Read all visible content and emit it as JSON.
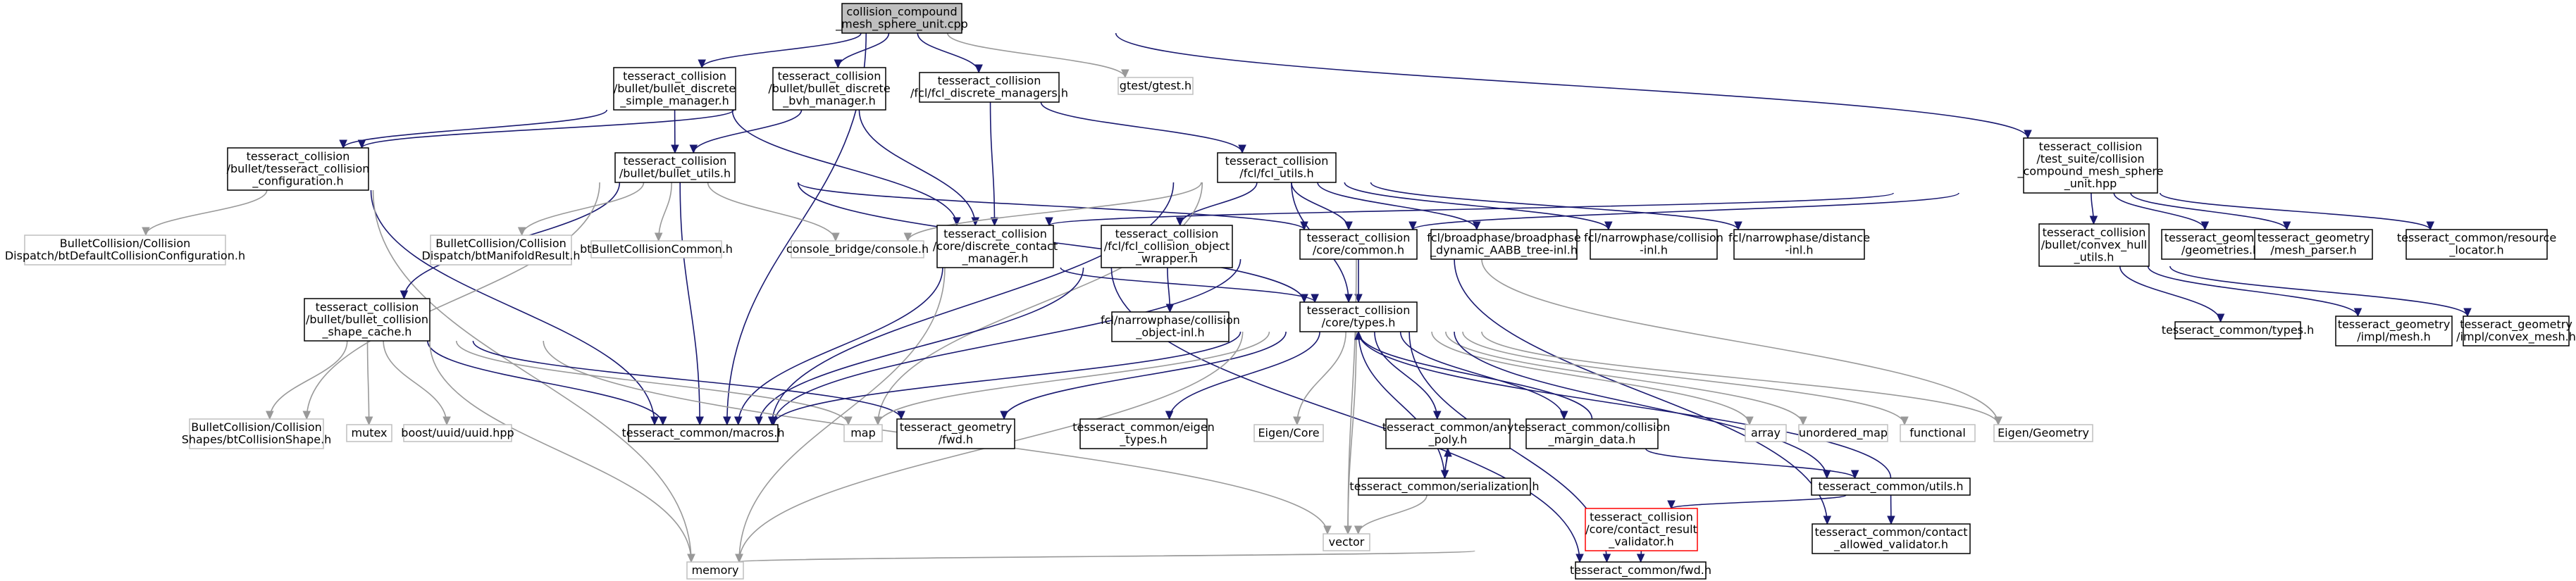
{
  "nodes": [
    {
      "id": "root",
      "lines": [
        "collision_compound",
        "_mesh_sphere_unit.cpp"
      ],
      "kind": "root"
    },
    {
      "id": "bsm",
      "lines": [
        "tesseract_collision",
        "/bullet/bullet_discrete",
        "_simple_manager.h"
      ],
      "kind": "doc"
    },
    {
      "id": "bbvh",
      "lines": [
        "tesseract_collision",
        "/bullet/bullet_discrete",
        "_bvh_manager.h"
      ],
      "kind": "doc"
    },
    {
      "id": "fdm",
      "lines": [
        "tesseract_collision",
        "/fcl/fcl_discrete_managers.h"
      ],
      "kind": "doc"
    },
    {
      "id": "gtest",
      "lines": [
        "gtest/gtest.h"
      ],
      "kind": "ext"
    },
    {
      "id": "tcc",
      "lines": [
        "tesseract_collision",
        "/bullet/tesseract_collision",
        "_configuration.h"
      ],
      "kind": "doc"
    },
    {
      "id": "bbu",
      "lines": [
        "tesseract_collision",
        "/bullet/bullet_utils.h"
      ],
      "kind": "doc"
    },
    {
      "id": "fclu",
      "lines": [
        "tesseract_collision",
        "/fcl/fcl_utils.h"
      ],
      "kind": "doc"
    },
    {
      "id": "tsuite",
      "lines": [
        "tesseract_collision",
        "/test_suite/collision",
        "_compound_mesh_sphere",
        "_unit.hpp"
      ],
      "kind": "doc"
    },
    {
      "id": "bdcc",
      "lines": [
        "BulletCollision/Collision",
        "Dispatch/btDefaultCollisionConfiguration.h"
      ],
      "kind": "ext"
    },
    {
      "id": "btmr",
      "lines": [
        "BulletCollision/Collision",
        "Dispatch/btManifoldResult.h"
      ],
      "kind": "ext"
    },
    {
      "id": "btbc",
      "lines": [
        "btBulletCollisionCommon.h"
      ],
      "kind": "ext"
    },
    {
      "id": "cbc",
      "lines": [
        "console_bridge/console.h"
      ],
      "kind": "ext"
    },
    {
      "id": "dcm",
      "lines": [
        "tesseract_collision",
        "/core/discrete_contact",
        "_manager.h"
      ],
      "kind": "doc"
    },
    {
      "id": "fcow",
      "lines": [
        "tesseract_collision",
        "/fcl/fcl_collision_object",
        "_wrapper.h"
      ],
      "kind": "doc"
    },
    {
      "id": "ccommon",
      "lines": [
        "tesseract_collision",
        "/core/common.h"
      ],
      "kind": "doc"
    },
    {
      "id": "fclbb",
      "lines": [
        "fcl/broadphase/broadphase",
        "_dynamic_AABB_tree-inl.h"
      ],
      "kind": "doc"
    },
    {
      "id": "fclnc",
      "lines": [
        "fcl/narrowphase/collision",
        "-inl.h"
      ],
      "kind": "doc"
    },
    {
      "id": "fclnd",
      "lines": [
        "fcl/narrowphase/distance",
        "-inl.h"
      ],
      "kind": "doc"
    },
    {
      "id": "bcvx",
      "lines": [
        "tesseract_collision",
        "/bullet/convex_hull",
        "_utils.h"
      ],
      "kind": "doc"
    },
    {
      "id": "tgeo",
      "lines": [
        "tesseract_geometry",
        "/geometries.h"
      ],
      "kind": "doc"
    },
    {
      "id": "tgmp",
      "lines": [
        "tesseract_geometry",
        "/mesh_parser.h"
      ],
      "kind": "doc"
    },
    {
      "id": "tcrl",
      "lines": [
        "tesseract_common/resource",
        "_locator.h"
      ],
      "kind": "doc"
    },
    {
      "id": "bcsc",
      "lines": [
        "tesseract_collision",
        "/bullet/bullet_collision",
        "_shape_cache.h"
      ],
      "kind": "doc"
    },
    {
      "id": "fclnci",
      "lines": [
        "fcl/narrowphase/collision",
        "_object-inl.h"
      ],
      "kind": "doc"
    },
    {
      "id": "ctypes",
      "lines": [
        "tesseract_collision",
        "/core/types.h"
      ],
      "kind": "doc"
    },
    {
      "id": "tctypes",
      "lines": [
        "tesseract_common/types.h"
      ],
      "kind": "doc"
    },
    {
      "id": "tgmesh",
      "lines": [
        "tesseract_geometry",
        "/impl/mesh.h"
      ],
      "kind": "doc"
    },
    {
      "id": "tgcvx",
      "lines": [
        "tesseract_geometry",
        "/impl/convex_mesh.h"
      ],
      "kind": "doc"
    },
    {
      "id": "bcsh",
      "lines": [
        "BulletCollision/Collision",
        "Shapes/btCollisionShape.h"
      ],
      "kind": "ext"
    },
    {
      "id": "mutex",
      "lines": [
        "mutex"
      ],
      "kind": "ext"
    },
    {
      "id": "uuid",
      "lines": [
        "boost/uuid/uuid.hpp"
      ],
      "kind": "ext"
    },
    {
      "id": "macros",
      "lines": [
        "tesseract_common/macros.h"
      ],
      "kind": "doc"
    },
    {
      "id": "map",
      "lines": [
        "map"
      ],
      "kind": "ext"
    },
    {
      "id": "tgfwd",
      "lines": [
        "tesseract_geometry",
        "/fwd.h"
      ],
      "kind": "doc"
    },
    {
      "id": "eigent",
      "lines": [
        "tesseract_common/eigen",
        "_types.h"
      ],
      "kind": "doc"
    },
    {
      "id": "eigcore",
      "lines": [
        "Eigen/Core"
      ],
      "kind": "ext"
    },
    {
      "id": "anypoly",
      "lines": [
        "tesseract_common/any",
        "_poly.h"
      ],
      "kind": "doc"
    },
    {
      "id": "cmargin",
      "lines": [
        "tesseract_common/collision",
        "_margin_data.h"
      ],
      "kind": "doc"
    },
    {
      "id": "array",
      "lines": [
        "array"
      ],
      "kind": "ext"
    },
    {
      "id": "umap",
      "lines": [
        "unordered_map"
      ],
      "kind": "ext"
    },
    {
      "id": "functional",
      "lines": [
        "functional"
      ],
      "kind": "ext"
    },
    {
      "id": "eiggeo",
      "lines": [
        "Eigen/Geometry"
      ],
      "kind": "ext"
    },
    {
      "id": "serial",
      "lines": [
        "tesseract_common/serialization.h"
      ],
      "kind": "doc"
    },
    {
      "id": "utils",
      "lines": [
        "tesseract_common/utils.h"
      ],
      "kind": "doc"
    },
    {
      "id": "vector",
      "lines": [
        "vector"
      ],
      "kind": "ext"
    },
    {
      "id": "crv",
      "lines": [
        "tesseract_collision",
        "/core/contact_result",
        "_validator.h"
      ],
      "kind": "red"
    },
    {
      "id": "cav",
      "lines": [
        "tesseract_common/contact",
        "_allowed_validator.h"
      ],
      "kind": "doc"
    },
    {
      "id": "memory",
      "lines": [
        "memory"
      ],
      "kind": "ext"
    },
    {
      "id": "tcfwd",
      "lines": [
        "tesseract_common/fwd.h"
      ],
      "kind": "doc"
    }
  ],
  "edges": [
    [
      "root",
      "bsm"
    ],
    [
      "root",
      "bbvh"
    ],
    [
      "root",
      "fdm"
    ],
    [
      "root",
      "gtest"
    ],
    [
      "root",
      "tsuite"
    ],
    [
      "root",
      "macros"
    ],
    [
      "bsm",
      "tcc"
    ],
    [
      "bsm",
      "bbu"
    ],
    [
      "bsm",
      "dcm"
    ],
    [
      "bbvh",
      "tcc"
    ],
    [
      "bbvh",
      "bbu"
    ],
    [
      "bbvh",
      "dcm"
    ],
    [
      "fdm",
      "dcm"
    ],
    [
      "fdm",
      "fclu"
    ],
    [
      "tcc",
      "bdcc"
    ],
    [
      "tcc",
      "macros"
    ],
    [
      "tcc",
      "memory"
    ],
    [
      "bbu",
      "bcsc"
    ],
    [
      "bbu",
      "bcsh"
    ],
    [
      "bbu",
      "btmr"
    ],
    [
      "bbu",
      "btbc"
    ],
    [
      "bbu",
      "cbc"
    ],
    [
      "bbu",
      "ccommon"
    ],
    [
      "bbu",
      "macros"
    ],
    [
      "bbu",
      "ctypes"
    ],
    [
      "fclu",
      "cbc"
    ],
    [
      "fclu",
      "fcow"
    ],
    [
      "fclu",
      "ccommon"
    ],
    [
      "fclu",
      "fclbb"
    ],
    [
      "fclu",
      "fclnc"
    ],
    [
      "fclu",
      "fclnd"
    ],
    [
      "fclu",
      "macros"
    ],
    [
      "fclu",
      "ctypes"
    ],
    [
      "fclu",
      "map"
    ],
    [
      "tsuite",
      "dcm"
    ],
    [
      "tsuite",
      "ccommon"
    ],
    [
      "tsuite",
      "bcvx"
    ],
    [
      "tsuite",
      "tgeo"
    ],
    [
      "tsuite",
      "tgmp"
    ],
    [
      "tsuite",
      "tcrl"
    ],
    [
      "dcm",
      "macros"
    ],
    [
      "dcm",
      "ctypes"
    ],
    [
      "dcm",
      "memory"
    ],
    [
      "dcm",
      "tcfwd"
    ],
    [
      "fcow",
      "fclnci"
    ],
    [
      "fcow",
      "macros"
    ],
    [
      "ccommon",
      "ctypes"
    ],
    [
      "ccommon",
      "macros"
    ],
    [
      "ccommon",
      "cav"
    ],
    [
      "ccommon",
      "eiggeo"
    ],
    [
      "ccommon",
      "vector"
    ],
    [
      "bcvx",
      "tctypes"
    ],
    [
      "bcvx",
      "tgmesh"
    ],
    [
      "bcvx",
      "tgcvx"
    ],
    [
      "bcsc",
      "bcsh"
    ],
    [
      "bcsc",
      "mutex"
    ],
    [
      "bcsc",
      "uuid"
    ],
    [
      "bcsc",
      "macros"
    ],
    [
      "bcsc",
      "map"
    ],
    [
      "bcsc",
      "vector"
    ],
    [
      "bcsc",
      "memory"
    ],
    [
      "bcsc",
      "tgfwd"
    ],
    [
      "ctypes",
      "macros"
    ],
    [
      "ctypes",
      "map"
    ],
    [
      "ctypes",
      "tgfwd"
    ],
    [
      "ctypes",
      "eigent"
    ],
    [
      "ctypes",
      "eigcore"
    ],
    [
      "ctypes",
      "anypoly"
    ],
    [
      "ctypes",
      "cmargin"
    ],
    [
      "ctypes",
      "array"
    ],
    [
      "ctypes",
      "umap"
    ],
    [
      "ctypes",
      "functional"
    ],
    [
      "ctypes",
      "eiggeo"
    ],
    [
      "ctypes",
      "vector"
    ],
    [
      "ctypes",
      "memory"
    ],
    [
      "ctypes",
      "tcfwd"
    ],
    [
      "ctypes",
      "utils"
    ],
    [
      "anypoly",
      "serial"
    ],
    [
      "cmargin",
      "ctypes"
    ],
    [
      "cmargin",
      "utils"
    ],
    [
      "serial",
      "anypoly"
    ],
    [
      "serial",
      "vector"
    ],
    [
      "serial",
      "ctypes"
    ],
    [
      "utils",
      "ctypes"
    ],
    [
      "utils",
      "crv"
    ],
    [
      "utils",
      "cav"
    ],
    [
      "crv",
      "memory"
    ],
    [
      "crv",
      "tcfwd"
    ]
  ]
}
